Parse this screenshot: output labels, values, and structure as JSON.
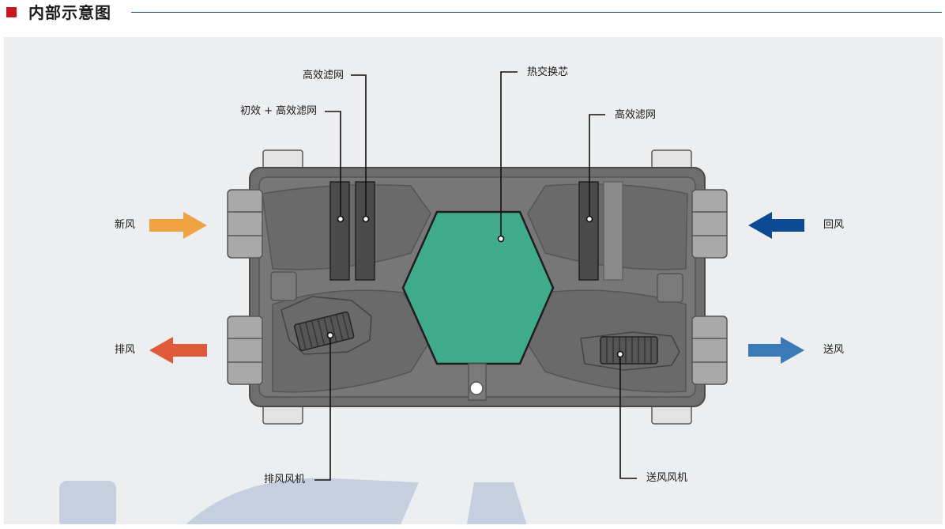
{
  "header": {
    "title": "内部示意图",
    "accent_color": "#c8161d",
    "rule_color": "#1c3a7a"
  },
  "diagram": {
    "labels": {
      "hepa_filter_left": "高效滤网",
      "primary_hepa_filter": "初效 + 高效滤网",
      "heat_exchange_core": "热交换芯",
      "hepa_filter_right": "高效滤网",
      "fresh_air": "新风",
      "return_air": "回风",
      "exhaust_air": "排风",
      "supply_air": "送风",
      "exhaust_fan": "排风风机",
      "supply_fan": "送风风机"
    },
    "colors": {
      "fresh_air_arrow": "#f0a343",
      "exhaust_air_arrow": "#e05a3a",
      "return_air_arrow": "#0d4a93",
      "supply_air_arrow": "#3a7ab8",
      "core": "#3fab8b",
      "housing": "#6d6d6d"
    },
    "icons": {
      "arrow_right": "arrow-right-icon",
      "arrow_left": "arrow-left-icon"
    }
  }
}
